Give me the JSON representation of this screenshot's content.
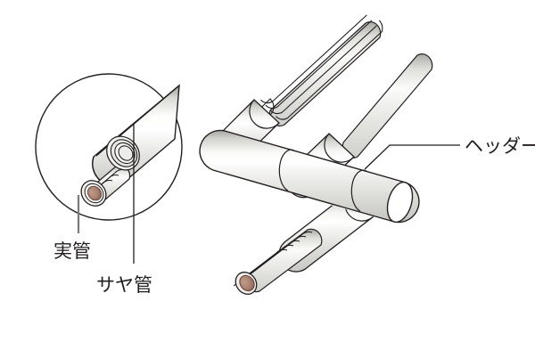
{
  "diagram": {
    "title": "Header piping system with sheath pipe cutaway detail",
    "labels": {
      "inner_pipe": "実管",
      "sheath_pipe": "サヤ管",
      "header": "ヘッダー"
    },
    "colors": {
      "outline": "#231f20",
      "leader_gray": "#7b7b7b",
      "pipe_light": "#ffffff",
      "pipe_mid": "#e8e8e6",
      "pipe_shadow": "#b9b9b5",
      "pipe_dark": "#8f8f8b",
      "inner_pipe_end": "#a98272",
      "inner_pipe_end_dark": "#8a6354",
      "background": "#ffffff"
    },
    "parts": [
      {
        "name": "magnifier-circle",
        "description": "cutaway detail circle"
      },
      {
        "name": "header-pipe",
        "description": "smooth horizontal manifold pipe"
      },
      {
        "name": "branch-pipe-upper-left",
        "description": "corrugated sheath branch"
      },
      {
        "name": "branch-pipe-upper-right",
        "description": "corrugated sheath branch"
      },
      {
        "name": "branch-pipe-lower",
        "description": "corrugated sheath branch with exposed inner pipe end"
      }
    ]
  }
}
